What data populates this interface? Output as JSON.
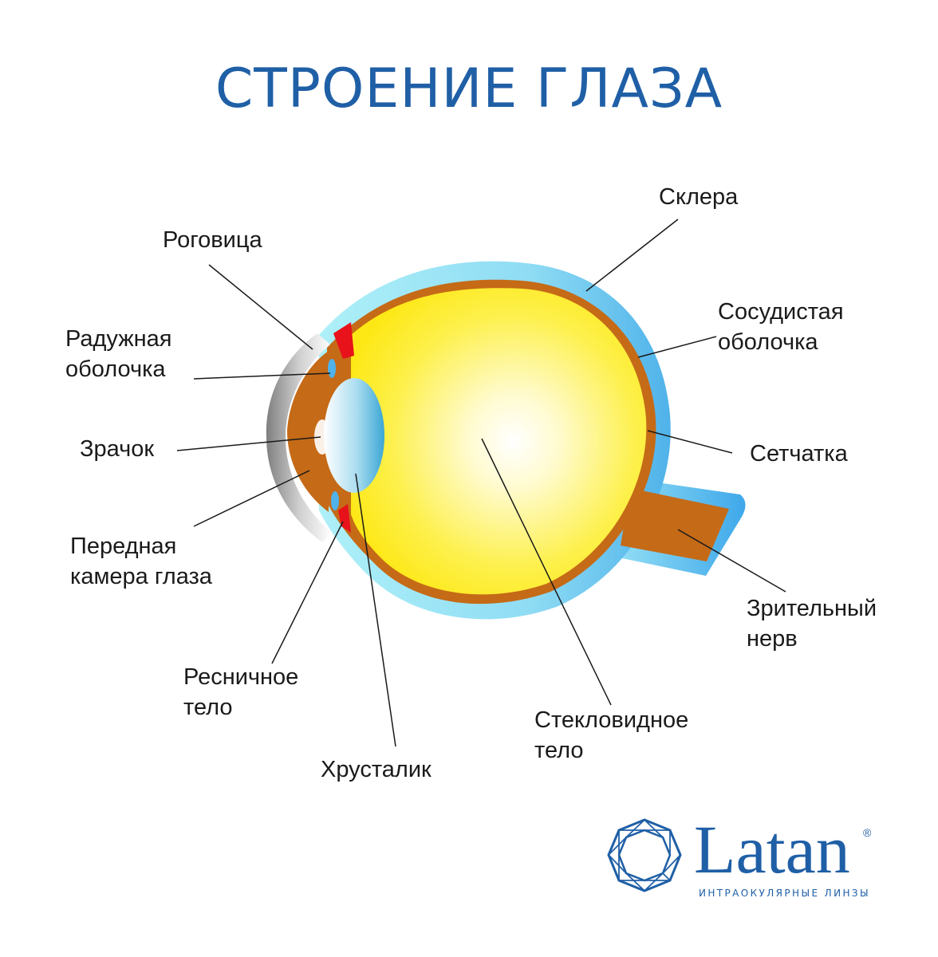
{
  "title": "СТРОЕНИЕ ГЛАЗА",
  "labels": {
    "sclera": "Склера",
    "cornea": "Роговица",
    "choroid": "Сосудистая\nоболочка",
    "iris": "Радужная\nоболочка",
    "pupil": "Зрачок",
    "retina": "Сетчатка",
    "anterior_chamber": "Передная\nкамера глаза",
    "optic_nerve": "Зрительный\nнерв",
    "ciliary_body": "Ресничное\nтело",
    "vitreous_body": "Стекловидное\nтело",
    "lens": "Хрусталик"
  },
  "brand": {
    "name": "Latan",
    "registered": "®",
    "tagline": "ИНТРАОКУЛЯРНЫЕ ЛИНЗЫ"
  },
  "colors": {
    "title": "#1f5fa6",
    "sclera": "#9be6f2",
    "sclera_edge": "#4fb2ea",
    "choroid": "#c56a17",
    "vitreous": "#fde816",
    "cornea": "#9a9a9a",
    "iris_red": "#e8121b",
    "lens": "#4fb0d9",
    "brand": "#1f5fa6"
  }
}
